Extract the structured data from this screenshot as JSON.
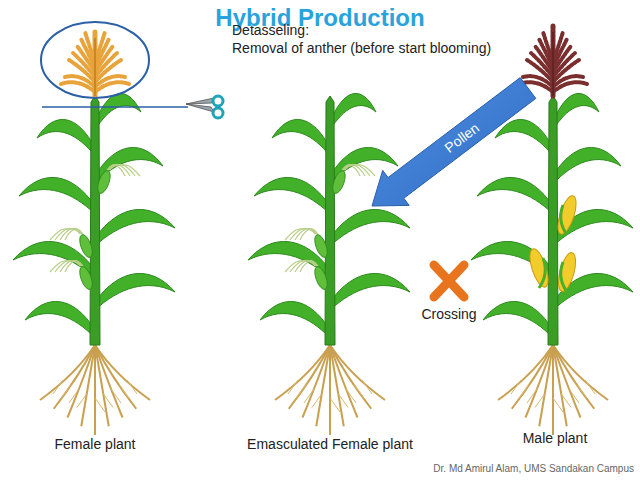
{
  "diagram": {
    "title": "Hybrid Production",
    "labels": [
      "Detasseling:",
      "Removal of anther (before start blooming)",
      "Pollen",
      "Crossing",
      "Female plant",
      "Emasculated Female plant",
      "Male plant",
      "Dr. Md Amirul Alam, UMS Sandakan Campus"
    ]
  }
}
